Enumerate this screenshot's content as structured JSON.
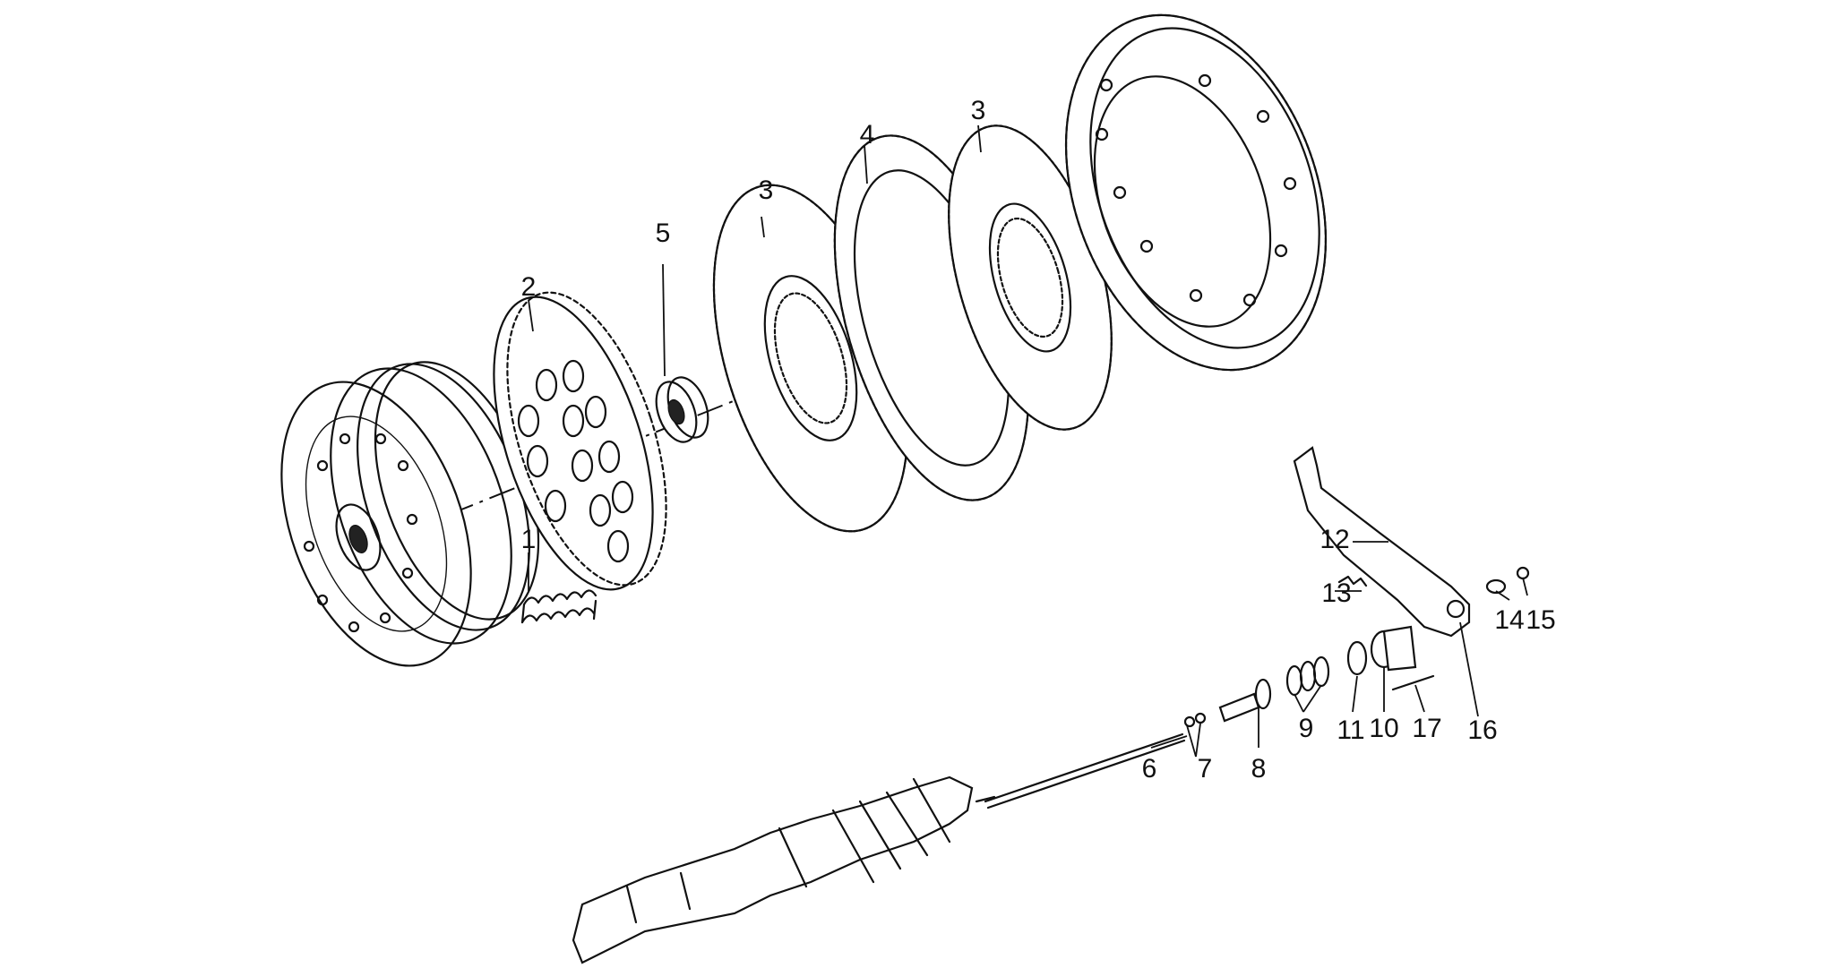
{
  "diagram": {
    "type": "exploded-parts-view",
    "callouts": [
      {
        "id": "1",
        "label": "1"
      },
      {
        "id": "2",
        "label": "2"
      },
      {
        "id": "3a",
        "label": "3"
      },
      {
        "id": "3b",
        "label": "3"
      },
      {
        "id": "4",
        "label": "4"
      },
      {
        "id": "5",
        "label": "5"
      },
      {
        "id": "6",
        "label": "6"
      },
      {
        "id": "7",
        "label": "7"
      },
      {
        "id": "8",
        "label": "8"
      },
      {
        "id": "9",
        "label": "9"
      },
      {
        "id": "10",
        "label": "10"
      },
      {
        "id": "11",
        "label": "11"
      },
      {
        "id": "12",
        "label": "12"
      },
      {
        "id": "13",
        "label": "13"
      },
      {
        "id": "14",
        "label": "14"
      },
      {
        "id": "15",
        "label": "15"
      },
      {
        "id": "16",
        "label": "16"
      },
      {
        "id": "17",
        "label": "17"
      }
    ]
  }
}
